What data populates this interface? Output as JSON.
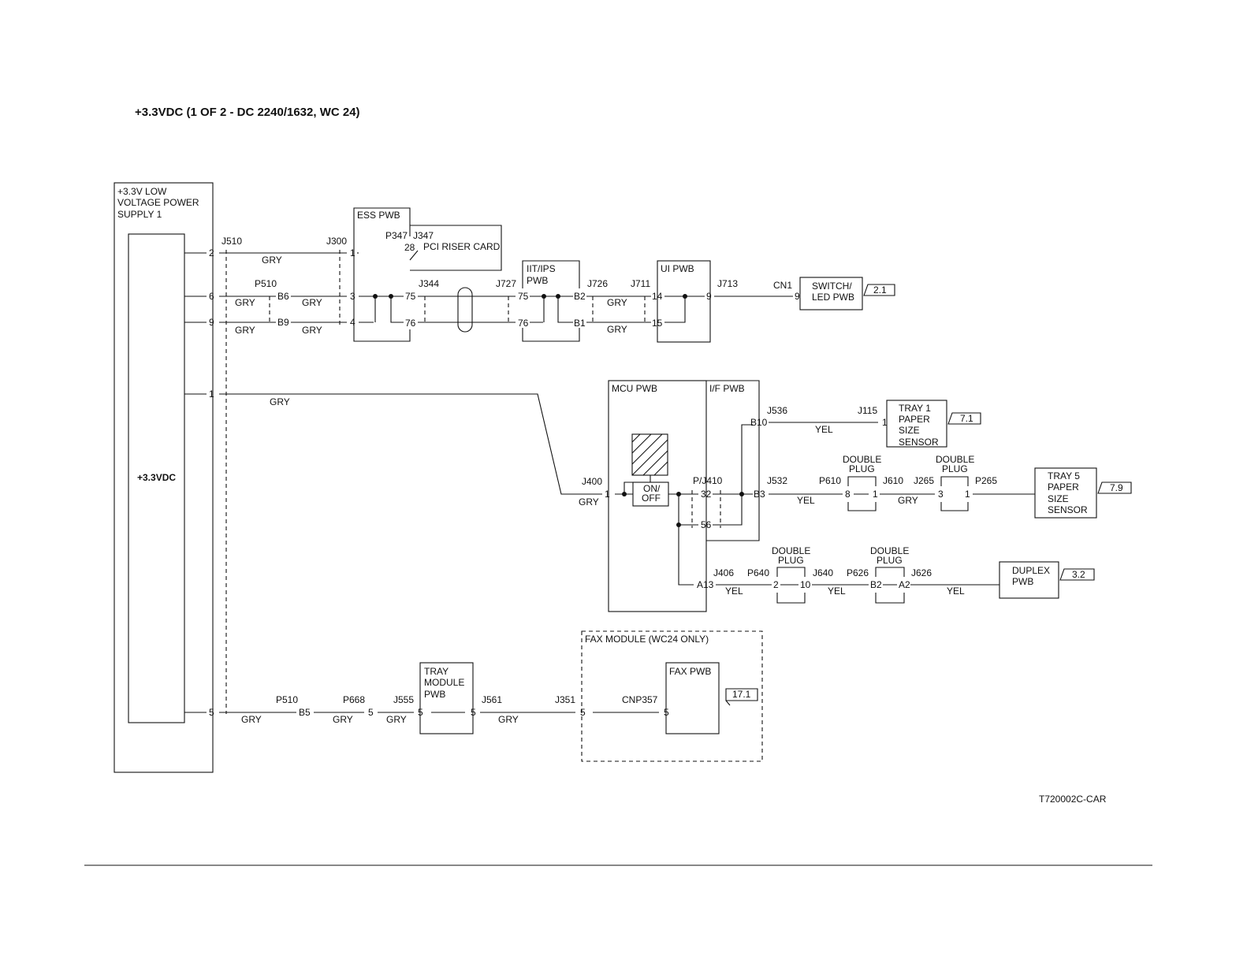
{
  "title": "+3.3VDC (1 OF 2 - DC 2240/1632, WC 24)",
  "figure_id": "T720002C-CAR",
  "power_supply": {
    "label_lines": [
      "+3.3V LOW",
      "VOLTAGE POWER",
      "SUPPLY 1"
    ],
    "inner_label": "+3.3VDC",
    "pins": [
      "2",
      "6",
      "9",
      "1",
      "5"
    ]
  },
  "wire_colors": {
    "gray": "GRY",
    "yellow": "YEL"
  },
  "connectors": {
    "j510": "J510",
    "p510": "P510",
    "j300": "J300",
    "p347": "P347",
    "j347": "J347",
    "j344": "J344",
    "j727": "J727",
    "j726": "J726",
    "j711": "J711",
    "j713": "J713",
    "cn1": "CN1",
    "j400": "J400",
    "pj410": "P/J410",
    "j536": "J536",
    "j115": "J115",
    "j532": "J532",
    "p610": "P610",
    "j610": "J610",
    "j265": "J265",
    "p265": "P265",
    "j406": "J406",
    "p640": "P640",
    "j640": "J640",
    "p626": "P626",
    "j626": "J626",
    "p668": "P668",
    "j555": "J555",
    "j561": "J561",
    "j351": "J351",
    "cnp357": "CNP357"
  },
  "pin_labels": {
    "b6": "B6",
    "b9": "B9",
    "b2": "B2",
    "b1": "B1",
    "b10": "B10",
    "b3": "B3",
    "a13": "A13",
    "a2": "A2",
    "b5": "B5",
    "p1": "1",
    "p2": "2",
    "p3": "3",
    "p4": "4",
    "p5": "5",
    "p8": "8",
    "p9": "9",
    "p10": "10",
    "p14": "14",
    "p15": "15",
    "p28": "28",
    "p32": "32",
    "p56": "56",
    "p75": "75",
    "p76": "76"
  },
  "components": {
    "ess_pwb": "ESS PWB",
    "pci_riser": "PCI RISER CARD",
    "iit_ips_lines": [
      "IIT/IPS",
      "PWB"
    ],
    "ui_pwb": "UI PWB",
    "switch_led_lines": [
      "SWITCH/",
      "LED PWB"
    ],
    "mcu_pwb": "MCU PWB",
    "if_pwb": "I/F PWB",
    "on_off_lines": [
      "ON/",
      "OFF"
    ],
    "tray1_lines": [
      "TRAY 1",
      "PAPER",
      "SIZE",
      "SENSOR"
    ],
    "tray5_lines": [
      "TRAY 5",
      "PAPER",
      "SIZE",
      "SENSOR"
    ],
    "double_plug_lines": [
      "DOUBLE",
      "PLUG"
    ],
    "duplex_lines": [
      "DUPLEX",
      "PWB"
    ],
    "tray_module_lines": [
      "TRAY",
      "MODULE",
      "PWB"
    ],
    "fax_module": "FAX MODULE (WC24 ONLY)",
    "fax_pwb": "FAX PWB"
  },
  "references": {
    "switch_led": "2.1",
    "tray1": "7.1",
    "tray5": "7.9",
    "duplex": "3.2",
    "fax": "17.1"
  }
}
